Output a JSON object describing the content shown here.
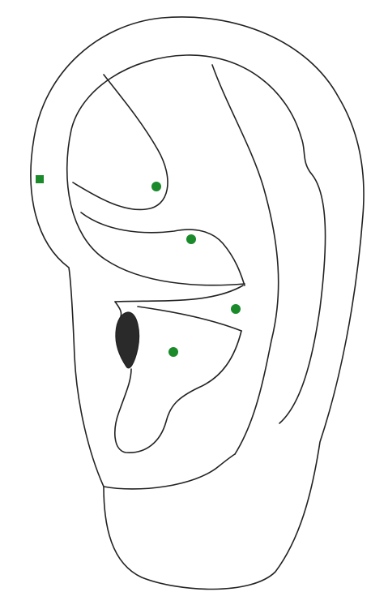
{
  "diagram": {
    "subject": "ear-anatomy-outline",
    "marker_color": "#1a8a2a",
    "line_color": "#222222",
    "background": "#ffffff",
    "markers": [
      {
        "name": "marker-square",
        "shape": "square"
      },
      {
        "name": "marker-1",
        "shape": "circle"
      },
      {
        "name": "marker-2",
        "shape": "circle"
      },
      {
        "name": "marker-3",
        "shape": "circle"
      },
      {
        "name": "marker-4",
        "shape": "circle"
      }
    ]
  }
}
